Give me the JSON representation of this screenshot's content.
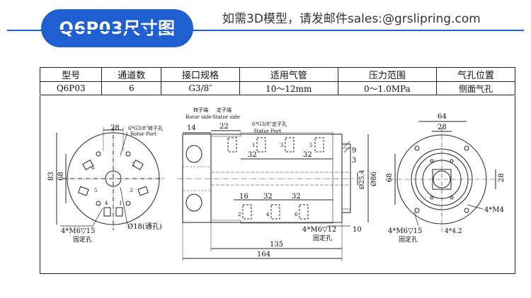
{
  "header": {
    "badge": "Q6P03尺寸图",
    "contact": "如需3D模型，请发邮件sales:@grslipring.com"
  },
  "spec_table": {
    "headers": [
      "型号",
      "通道数",
      "接口规格",
      "适用气管",
      "压力范围",
      "气孔位置"
    ],
    "row": [
      "Q6P03",
      "6",
      "G3/8″",
      "10～12mm",
      "0～1.0MPa",
      "侧面气孔"
    ]
  },
  "drawing": {
    "left": {
      "dim_28": "28",
      "port_label": "6*G3/8\"转子孔",
      "port_label_en": "Rotor Port",
      "dim_83": "83",
      "dim_68": "68",
      "port_nums": [
        "6",
        "2",
        "5",
        "3",
        "4",
        "1"
      ],
      "mount_label": "4*M6▽15",
      "mount_sub": "固定孔",
      "through_label": "Ø18(通孔)"
    },
    "side": {
      "rotor_side_cn": "转子端",
      "rotor_side_en": "Rotor side",
      "stator_side_cn": "定子端",
      "stator_side_en": "Stator side",
      "port_label": "6*G3/8\"定子孔",
      "port_label_en": "Stator Port",
      "dim_14": "14",
      "dim_22": "22",
      "dim_16": "16",
      "dim_32a": "32",
      "dim_32b": "32",
      "dim_32c": "32",
      "dim_32d": "32",
      "dim_9": "9",
      "dim_3": "3",
      "dim_254": "Ø25.4",
      "dim_86": "Ø86",
      "dim_10": "10",
      "dim_135": "135",
      "dim_164": "164",
      "top_nums": [
        "1",
        "3",
        "5"
      ],
      "bottom_nums": [
        "2",
        "4",
        "6"
      ],
      "mount_label": "4*M6▽12",
      "mount_sub": "固定孔"
    },
    "right": {
      "dim_64": "64",
      "dim_28": "28",
      "dim_68": "68",
      "dim_28v": "28",
      "m4_label": "4*M4",
      "mount_label": "4*M6▽15",
      "mount_sub": "固定孔",
      "dim_42": "4*4.2"
    }
  }
}
